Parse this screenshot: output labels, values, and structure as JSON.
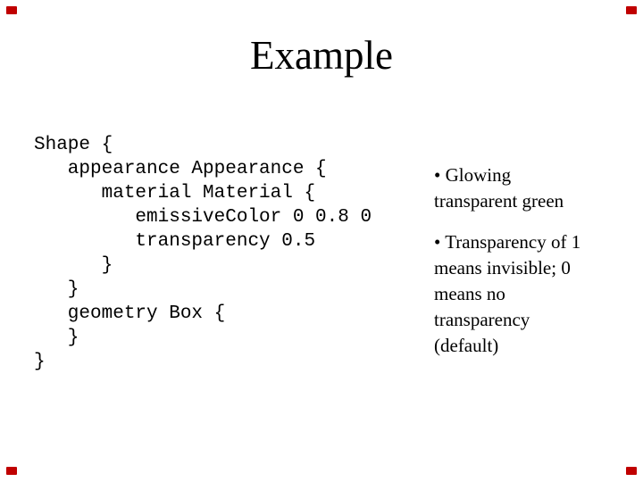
{
  "slide": {
    "title": "Example",
    "code": {
      "language": "VRML",
      "lines": [
        "Shape {",
        "   appearance Appearance {",
        "      material Material {",
        "         emissiveColor 0 0.8 0",
        "         transparency 0.5",
        "      }",
        "   }",
        "   geometry Box {",
        "   }",
        "}"
      ]
    },
    "notes": {
      "bullets": [
        {
          "text": "Glowing transparent green",
          "lines": {
            "0": "• Glowing",
            "1": "transparent green"
          }
        },
        {
          "text": "Transparency of 1 means invisible; 0 means no transparency (default)",
          "lines": {
            "0": "• Transparency of 1",
            "1": "means invisible; 0",
            "2": "means no",
            "3": "transparency",
            "4": "(default)"
          }
        }
      ]
    },
    "colors": {
      "background": "#ffffff",
      "text": "#000000",
      "corner_mark": "#c00000"
    }
  }
}
